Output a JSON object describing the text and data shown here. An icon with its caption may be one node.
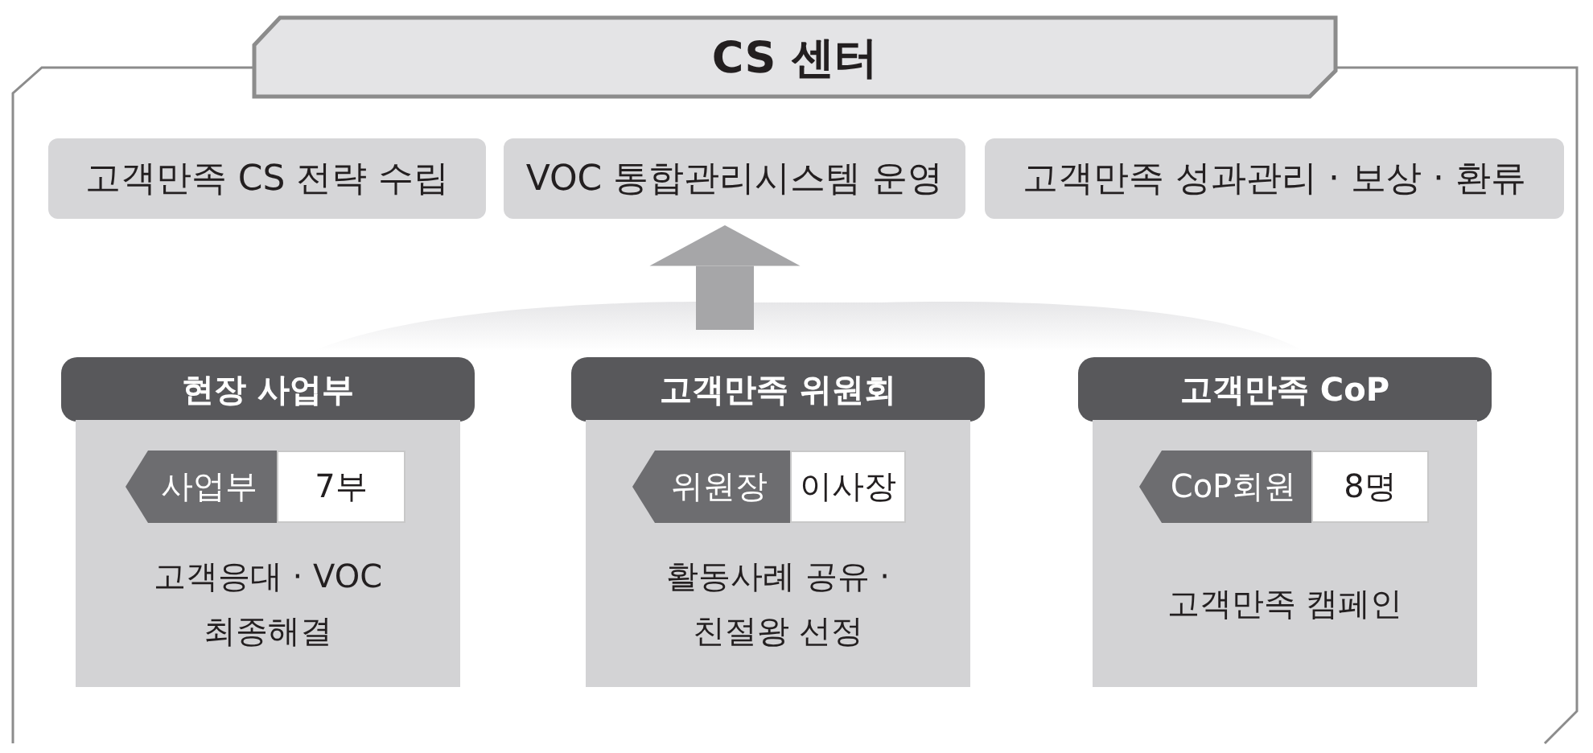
{
  "diagram": {
    "nodes": [
      {
        "text": [
          "CS 센터"
        ]
      },
      {
        "text": [
          "고객만족 CS 전략 수립"
        ],
        "in": 0
      },
      {
        "text": [
          "VOC 통합관리시스템 운영"
        ],
        "in": 0
      },
      {
        "text": [
          "고객만족 성과관리 · 보상 · 환류"
        ],
        "in": 0
      },
      {
        "text": [
          "현장 사업부",
          "고객응대 · VOC 최종해결"
        ],
        "in": 0
      },
      {
        "text": [
          "사업부"
        ],
        "in": 4
      },
      {
        "text": [
          "7부"
        ],
        "in": 4
      },
      {
        "text": [
          "고객만족 위원회",
          "활동사례 공유 · 친절왕 선정"
        ],
        "in": 0
      },
      {
        "text": [
          "위원장"
        ],
        "in": 7
      },
      {
        "text": [
          "이사장"
        ],
        "in": 7
      },
      {
        "text": [
          "고객만족 CoP",
          "고객만족 캠페인"
        ],
        "in": 0
      },
      {
        "text": [
          "CoP회원"
        ],
        "in": 10
      },
      {
        "text": [
          "8명"
        ],
        "in": 10
      }
    ],
    "edges": [
      {
        "from": null,
        "to": 2,
        "arrow": "to"
      }
    ]
  }
}
